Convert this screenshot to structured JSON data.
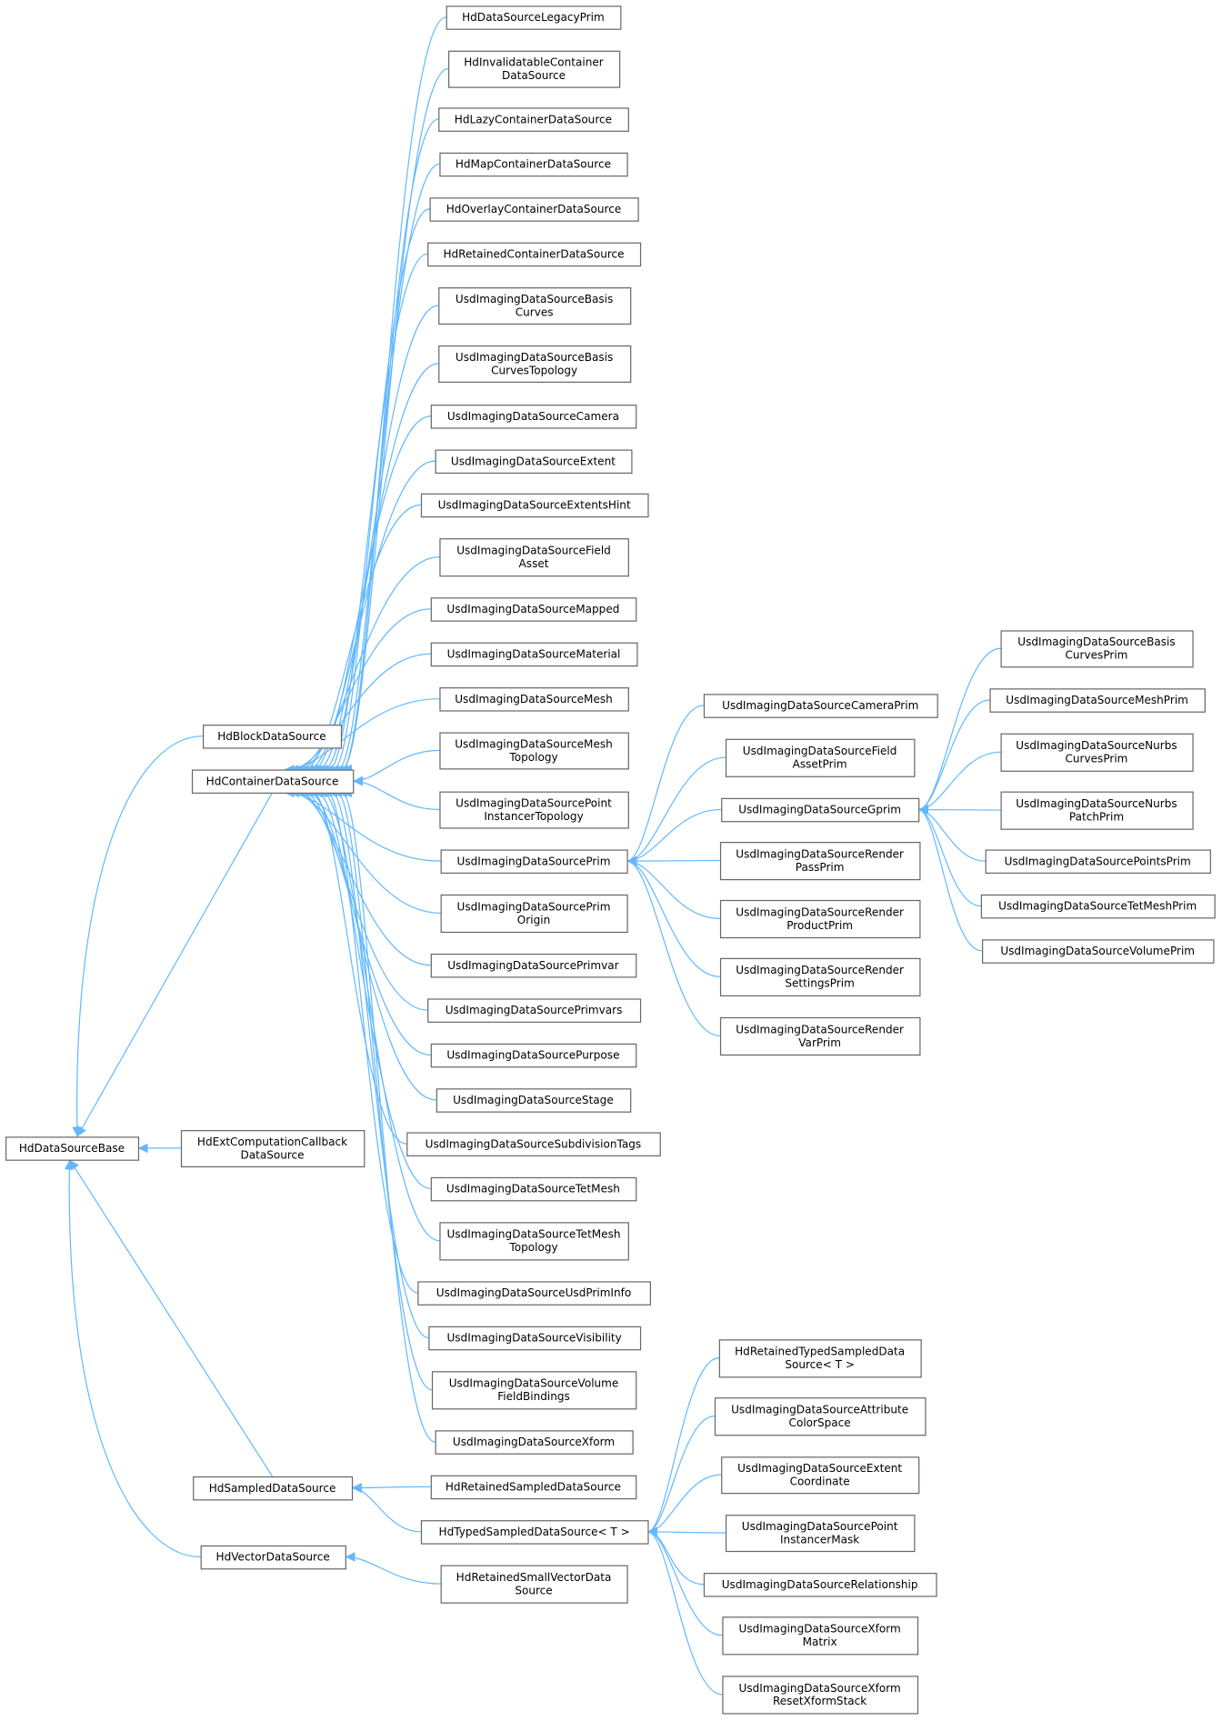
{
  "colors": {
    "edge": "#63b8ff",
    "box_border": "#666666"
  },
  "nodes": [
    {
      "id": "base",
      "lines": [
        "HdDataSourceBase"
      ]
    },
    {
      "id": "block",
      "lines": [
        "HdBlockDataSource"
      ],
      "parent": "base"
    },
    {
      "id": "container",
      "lines": [
        "HdContainerDataSource"
      ],
      "parent": "base"
    },
    {
      "id": "extcomp",
      "lines": [
        "HdExtComputationCallback",
        "DataSource"
      ],
      "parent": "base"
    },
    {
      "id": "sampled",
      "lines": [
        "HdSampledDataSource"
      ],
      "parent": "base"
    },
    {
      "id": "vector",
      "lines": [
        "HdVectorDataSource"
      ],
      "parent": "base"
    },
    {
      "id": "legacy",
      "lines": [
        "HdDataSourceLegacyPrim"
      ],
      "parent": "container"
    },
    {
      "id": "invalidatable",
      "lines": [
        "HdInvalidatableContainer",
        "DataSource"
      ],
      "parent": "container"
    },
    {
      "id": "lazy",
      "lines": [
        "HdLazyContainerDataSource"
      ],
      "parent": "container"
    },
    {
      "id": "map",
      "lines": [
        "HdMapContainerDataSource"
      ],
      "parent": "container"
    },
    {
      "id": "overlay",
      "lines": [
        "HdOverlayContainerDataSource"
      ],
      "parent": "container"
    },
    {
      "id": "retainedc",
      "lines": [
        "HdRetainedContainerDataSource"
      ],
      "parent": "container"
    },
    {
      "id": "basiscurves",
      "lines": [
        "UsdImagingDataSourceBasis",
        "Curves"
      ],
      "parent": "container"
    },
    {
      "id": "basiscurvestopo",
      "lines": [
        "UsdImagingDataSourceBasis",
        "CurvesTopology"
      ],
      "parent": "container"
    },
    {
      "id": "camera",
      "lines": [
        "UsdImagingDataSourceCamera"
      ],
      "parent": "container"
    },
    {
      "id": "extent",
      "lines": [
        "UsdImagingDataSourceExtent"
      ],
      "parent": "container"
    },
    {
      "id": "extentshint",
      "lines": [
        "UsdImagingDataSourceExtentsHint"
      ],
      "parent": "container"
    },
    {
      "id": "fieldasset",
      "lines": [
        "UsdImagingDataSourceField",
        "Asset"
      ],
      "parent": "container"
    },
    {
      "id": "mapped",
      "lines": [
        "UsdImagingDataSourceMapped"
      ],
      "parent": "container"
    },
    {
      "id": "material",
      "lines": [
        "UsdImagingDataSourceMaterial"
      ],
      "parent": "container"
    },
    {
      "id": "mesh",
      "lines": [
        "UsdImagingDataSourceMesh"
      ],
      "parent": "container"
    },
    {
      "id": "meshtopo",
      "lines": [
        "UsdImagingDataSourceMesh",
        "Topology"
      ],
      "parent": "container"
    },
    {
      "id": "pitopo",
      "lines": [
        "UsdImagingDataSourcePoint",
        "InstancerTopology"
      ],
      "parent": "container"
    },
    {
      "id": "prim",
      "lines": [
        "UsdImagingDataSourcePrim"
      ],
      "parent": "container"
    },
    {
      "id": "primorigin",
      "lines": [
        "UsdImagingDataSourcePrim",
        "Origin"
      ],
      "parent": "container"
    },
    {
      "id": "primvar",
      "lines": [
        "UsdImagingDataSourcePrimvar"
      ],
      "parent": "container"
    },
    {
      "id": "primvars",
      "lines": [
        "UsdImagingDataSourcePrimvars"
      ],
      "parent": "container"
    },
    {
      "id": "purpose",
      "lines": [
        "UsdImagingDataSourcePurpose"
      ],
      "parent": "container"
    },
    {
      "id": "stage",
      "lines": [
        "UsdImagingDataSourceStage"
      ],
      "parent": "container"
    },
    {
      "id": "subdiv",
      "lines": [
        "UsdImagingDataSourceSubdivisionTags"
      ],
      "parent": "container"
    },
    {
      "id": "tetmesh",
      "lines": [
        "UsdImagingDataSourceTetMesh"
      ],
      "parent": "container"
    },
    {
      "id": "tetmeshtopo",
      "lines": [
        "UsdImagingDataSourceTetMesh",
        "Topology"
      ],
      "parent": "container"
    },
    {
      "id": "usdpriminfo",
      "lines": [
        "UsdImagingDataSourceUsdPrimInfo"
      ],
      "parent": "container"
    },
    {
      "id": "visibility",
      "lines": [
        "UsdImagingDataSourceVisibility"
      ],
      "parent": "container"
    },
    {
      "id": "volfield",
      "lines": [
        "UsdImagingDataSourceVolume",
        "FieldBindings"
      ],
      "parent": "container"
    },
    {
      "id": "xform",
      "lines": [
        "UsdImagingDataSourceXform"
      ],
      "parent": "container"
    },
    {
      "id": "retainedsampled",
      "lines": [
        "HdRetainedSampledDataSource"
      ],
      "parent": "sampled"
    },
    {
      "id": "typed",
      "lines": [
        "HdTypedSampledDataSource< T >"
      ],
      "parent": "sampled"
    },
    {
      "id": "smallvector",
      "lines": [
        "HdRetainedSmallVectorData",
        "Source"
      ],
      "parent": "vector"
    },
    {
      "id": "cameraprim",
      "lines": [
        "UsdImagingDataSourceCameraPrim"
      ],
      "parent": "prim"
    },
    {
      "id": "fieldassetprim",
      "lines": [
        "UsdImagingDataSourceField",
        "AssetPrim"
      ],
      "parent": "prim"
    },
    {
      "id": "gprim",
      "lines": [
        "UsdImagingDataSourceGprim"
      ],
      "parent": "prim"
    },
    {
      "id": "renderpass",
      "lines": [
        "UsdImagingDataSourceRender",
        "PassPrim"
      ],
      "parent": "prim"
    },
    {
      "id": "renderproduct",
      "lines": [
        "UsdImagingDataSourceRender",
        "ProductPrim"
      ],
      "parent": "prim"
    },
    {
      "id": "rendersettings",
      "lines": [
        "UsdImagingDataSourceRender",
        "SettingsPrim"
      ],
      "parent": "prim"
    },
    {
      "id": "rendervar",
      "lines": [
        "UsdImagingDataSourceRender",
        "VarPrim"
      ],
      "parent": "prim"
    },
    {
      "id": "basiscurvesprim",
      "lines": [
        "UsdImagingDataSourceBasis",
        "CurvesPrim"
      ],
      "parent": "gprim"
    },
    {
      "id": "meshprim",
      "lines": [
        "UsdImagingDataSourceMeshPrim"
      ],
      "parent": "gprim"
    },
    {
      "id": "nurbscurves",
      "lines": [
        "UsdImagingDataSourceNurbs",
        "CurvesPrim"
      ],
      "parent": "gprim"
    },
    {
      "id": "nurbspatch",
      "lines": [
        "UsdImagingDataSourceNurbs",
        "PatchPrim"
      ],
      "parent": "gprim"
    },
    {
      "id": "pointsprim",
      "lines": [
        "UsdImagingDataSourcePointsPrim"
      ],
      "parent": "gprim"
    },
    {
      "id": "tetmeshprim",
      "lines": [
        "UsdImagingDataSourceTetMeshPrim"
      ],
      "parent": "gprim"
    },
    {
      "id": "volumeprim",
      "lines": [
        "UsdImagingDataSourceVolumePrim"
      ],
      "parent": "gprim"
    },
    {
      "id": "retainedtyped",
      "lines": [
        "HdRetainedTypedSampledData",
        "Source< T >"
      ],
      "parent": "typed"
    },
    {
      "id": "attrcolorspace",
      "lines": [
        "UsdImagingDataSourceAttribute",
        "ColorSpace"
      ],
      "parent": "typed"
    },
    {
      "id": "extentcoord",
      "lines": [
        "UsdImagingDataSourceExtent",
        "Coordinate"
      ],
      "parent": "typed"
    },
    {
      "id": "pimask",
      "lines": [
        "UsdImagingDataSourcePoint",
        "InstancerMask"
      ],
      "parent": "typed"
    },
    {
      "id": "relationship",
      "lines": [
        "UsdImagingDataSourceRelationship"
      ],
      "parent": "typed"
    },
    {
      "id": "xformmatrix",
      "lines": [
        "UsdImagingDataSourceXform",
        "Matrix"
      ],
      "parent": "typed"
    },
    {
      "id": "xformreset",
      "lines": [
        "UsdImagingDataSourceXform",
        "ResetXformStack"
      ],
      "parent": "typed"
    }
  ]
}
